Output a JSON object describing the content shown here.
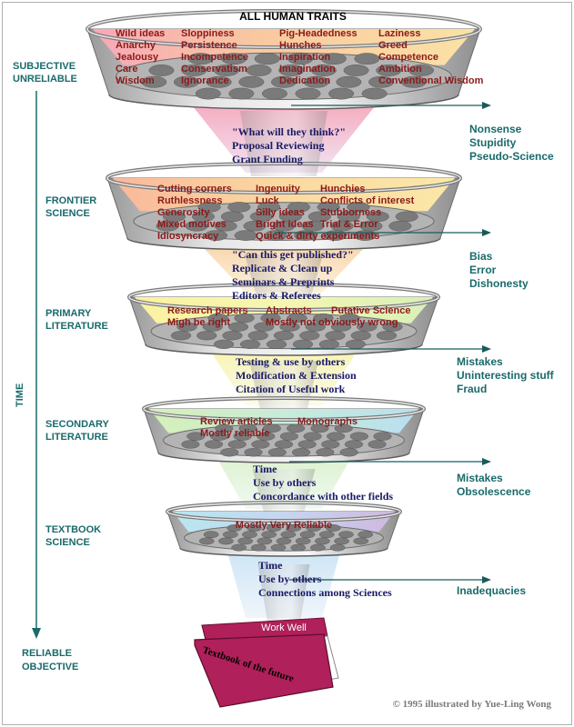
{
  "title": "ALL HUMAN TRAITS",
  "left_labels": {
    "top": [
      "SUBJECTIVE",
      "UNRELIABLE"
    ],
    "axis": "TIME",
    "bottom": [
      "RELIABLE",
      "OBJECTIVE"
    ]
  },
  "stages": [
    {
      "label": [
        "",
        ""
      ],
      "traits": [
        [
          "Wild ideas",
          "Anarchy",
          "Jealousy",
          "Care",
          "Wisdom"
        ],
        [
          "Sloppiness",
          "Persistence",
          "Incompetence",
          "Conservatism",
          "Ignorance"
        ],
        [
          "Pig-Headedness",
          "Hunches",
          "Inspiration",
          "Imagination",
          "Dedication"
        ],
        [
          "Laziness",
          "Greed",
          "Competence",
          "Ambition",
          "Conventional Wisdom"
        ]
      ],
      "process": [
        "\"What will they think?\"",
        "Proposal Reviewing",
        "Grant Funding"
      ],
      "rejects": [
        "Nonsense",
        "Stupidity",
        "Pseudo-Science"
      ]
    },
    {
      "label": [
        "FRONTIER",
        "SCIENCE"
      ],
      "traits": [
        [
          "Cutting corners",
          "Ruthlessness",
          "Generosity",
          "Mixed motives",
          "Idiosyncracy"
        ],
        [
          "Ingenuity",
          "Luck",
          "Silly ideas",
          "Bright ideas",
          "Quick & dirty experiments"
        ],
        [
          "Hunchies",
          "Conflicts of interest",
          "Stubborness",
          "Trial & Error",
          ""
        ]
      ],
      "process": [
        "\"Can this get published?\"",
        "Replicate & Clean up",
        "Seminars & Preprints",
        "Editors & Referees"
      ],
      "rejects": [
        "Bias",
        "Error",
        "Dishonesty"
      ]
    },
    {
      "label": [
        "PRIMARY",
        "LITERATURE"
      ],
      "traits": [
        [
          "Research papers",
          "Migh be right"
        ],
        [
          "Abstracts",
          "Mostly not obviously wrong"
        ],
        [
          "Putative Science",
          ""
        ]
      ],
      "process": [
        "Testing & use by others",
        "Modification & Extension",
        "Citation of Useful work"
      ],
      "rejects": [
        "Mistakes",
        "Uninteresting stuff",
        "Fraud"
      ]
    },
    {
      "label": [
        "SECONDARY",
        "LITERATURE"
      ],
      "traits": [
        [
          "Review articles",
          "Mostly reliable"
        ],
        [
          "Monographs",
          ""
        ]
      ],
      "process": [
        "Time",
        "Use by others",
        "Concordance with other fields"
      ],
      "rejects": [
        "Mistakes",
        "Obsolescence"
      ]
    },
    {
      "label": [
        "TEXTBOOK",
        "SCIENCE"
      ],
      "traits": [
        [
          "Mostly Very Reliable"
        ]
      ],
      "process": [
        "Time",
        "Use by others",
        "Connections among Sciences"
      ],
      "rejects": [
        "Inadequacies"
      ]
    }
  ],
  "book": {
    "top": "Work Well",
    "side": "Textbook of the future"
  },
  "credit": "© 1995 illustrated by Yue-Ling Wong",
  "colors": {
    "teal": "#1a6a6a",
    "maroon": "#8b1a1a",
    "navy": "#1a1a66",
    "book": "#b0205a"
  }
}
